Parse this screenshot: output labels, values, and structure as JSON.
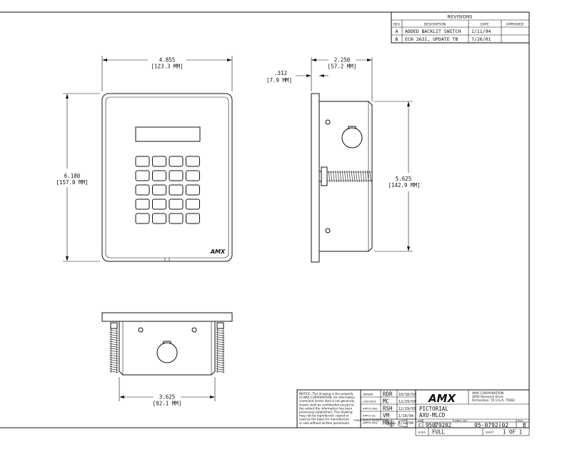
{
  "revisions": {
    "title": "REVISIONS",
    "headers": {
      "rev": "REV",
      "description": "DESCRIPTION",
      "date": "DATE",
      "approved": "APPROVED"
    },
    "rows": [
      {
        "rev": "A",
        "description": "ADDED BACKLIT SWITCH",
        "date": "1/11/94",
        "approved": ""
      },
      {
        "rev": "B",
        "description": "ECN 2631, UPDATE TB",
        "date": "7/26/01",
        "approved": ""
      }
    ]
  },
  "front_view": {
    "width_dim": "4.855",
    "width_dim_mm": "[123.3 MM]",
    "height_dim": "6.180",
    "height_dim_mm": "[157.0 MM]",
    "logo": "AMX"
  },
  "side_view": {
    "depth_dim": "2.250",
    "depth_dim_mm": "[57.2 MM]",
    "lip_dim": ".312",
    "lip_dim_mm": "[7.9 MM]",
    "height_dim": "5.625",
    "height_dim_mm": "[142.9 MM]"
  },
  "bottom_view": {
    "width_dim": "3.625",
    "width_dim_mm": "[92.1 MM]"
  },
  "title_block": {
    "notice": [
      "NOTICE: This drawing is the property",
      "of AMX CORPORATION. All information",
      "contained herein that is not generally",
      "known shall be confidential except to",
      "the extent the information has been",
      "previously established. This drawing",
      "may not be reproduced, copied or",
      "used as the basis for manufacture",
      "or sale without written permission."
    ],
    "signoffs": [
      {
        "label": "DRAWN",
        "initials": "RDR",
        "date": "10/18/92"
      },
      {
        "label": "CHECKED",
        "initials": "MC",
        "date": "12/29/93"
      },
      {
        "label": "APP'D ENG",
        "initials": "RSH",
        "date": "12/29/93"
      },
      {
        "label": "APP'D QC",
        "initials": "VM",
        "date": "1/10/94"
      },
      {
        "label": "APP'D MFG",
        "initials": "HB",
        "date": "1/10/94"
      }
    ],
    "projection_label": "THIRD ANGLE PROJECTION",
    "logo": "AMX",
    "company": [
      "AMX CORPORATION",
      "3000 Research Drive",
      "Richardson, TX U.S.A. 75082"
    ],
    "title_lines": [
      "PICTORIAL",
      "AXU-MLCD"
    ],
    "size_label": "SIZE",
    "size": "C",
    "part_no": "95079202",
    "dwg_no_label": "DWG. NO.",
    "dwg_no": "95-0792-02",
    "rev_label": "REV.",
    "rev": "B",
    "scale_label": "SCALE",
    "scale": "FULL",
    "sheet_label": "SHEET",
    "sheet": "1 OF 1"
  }
}
